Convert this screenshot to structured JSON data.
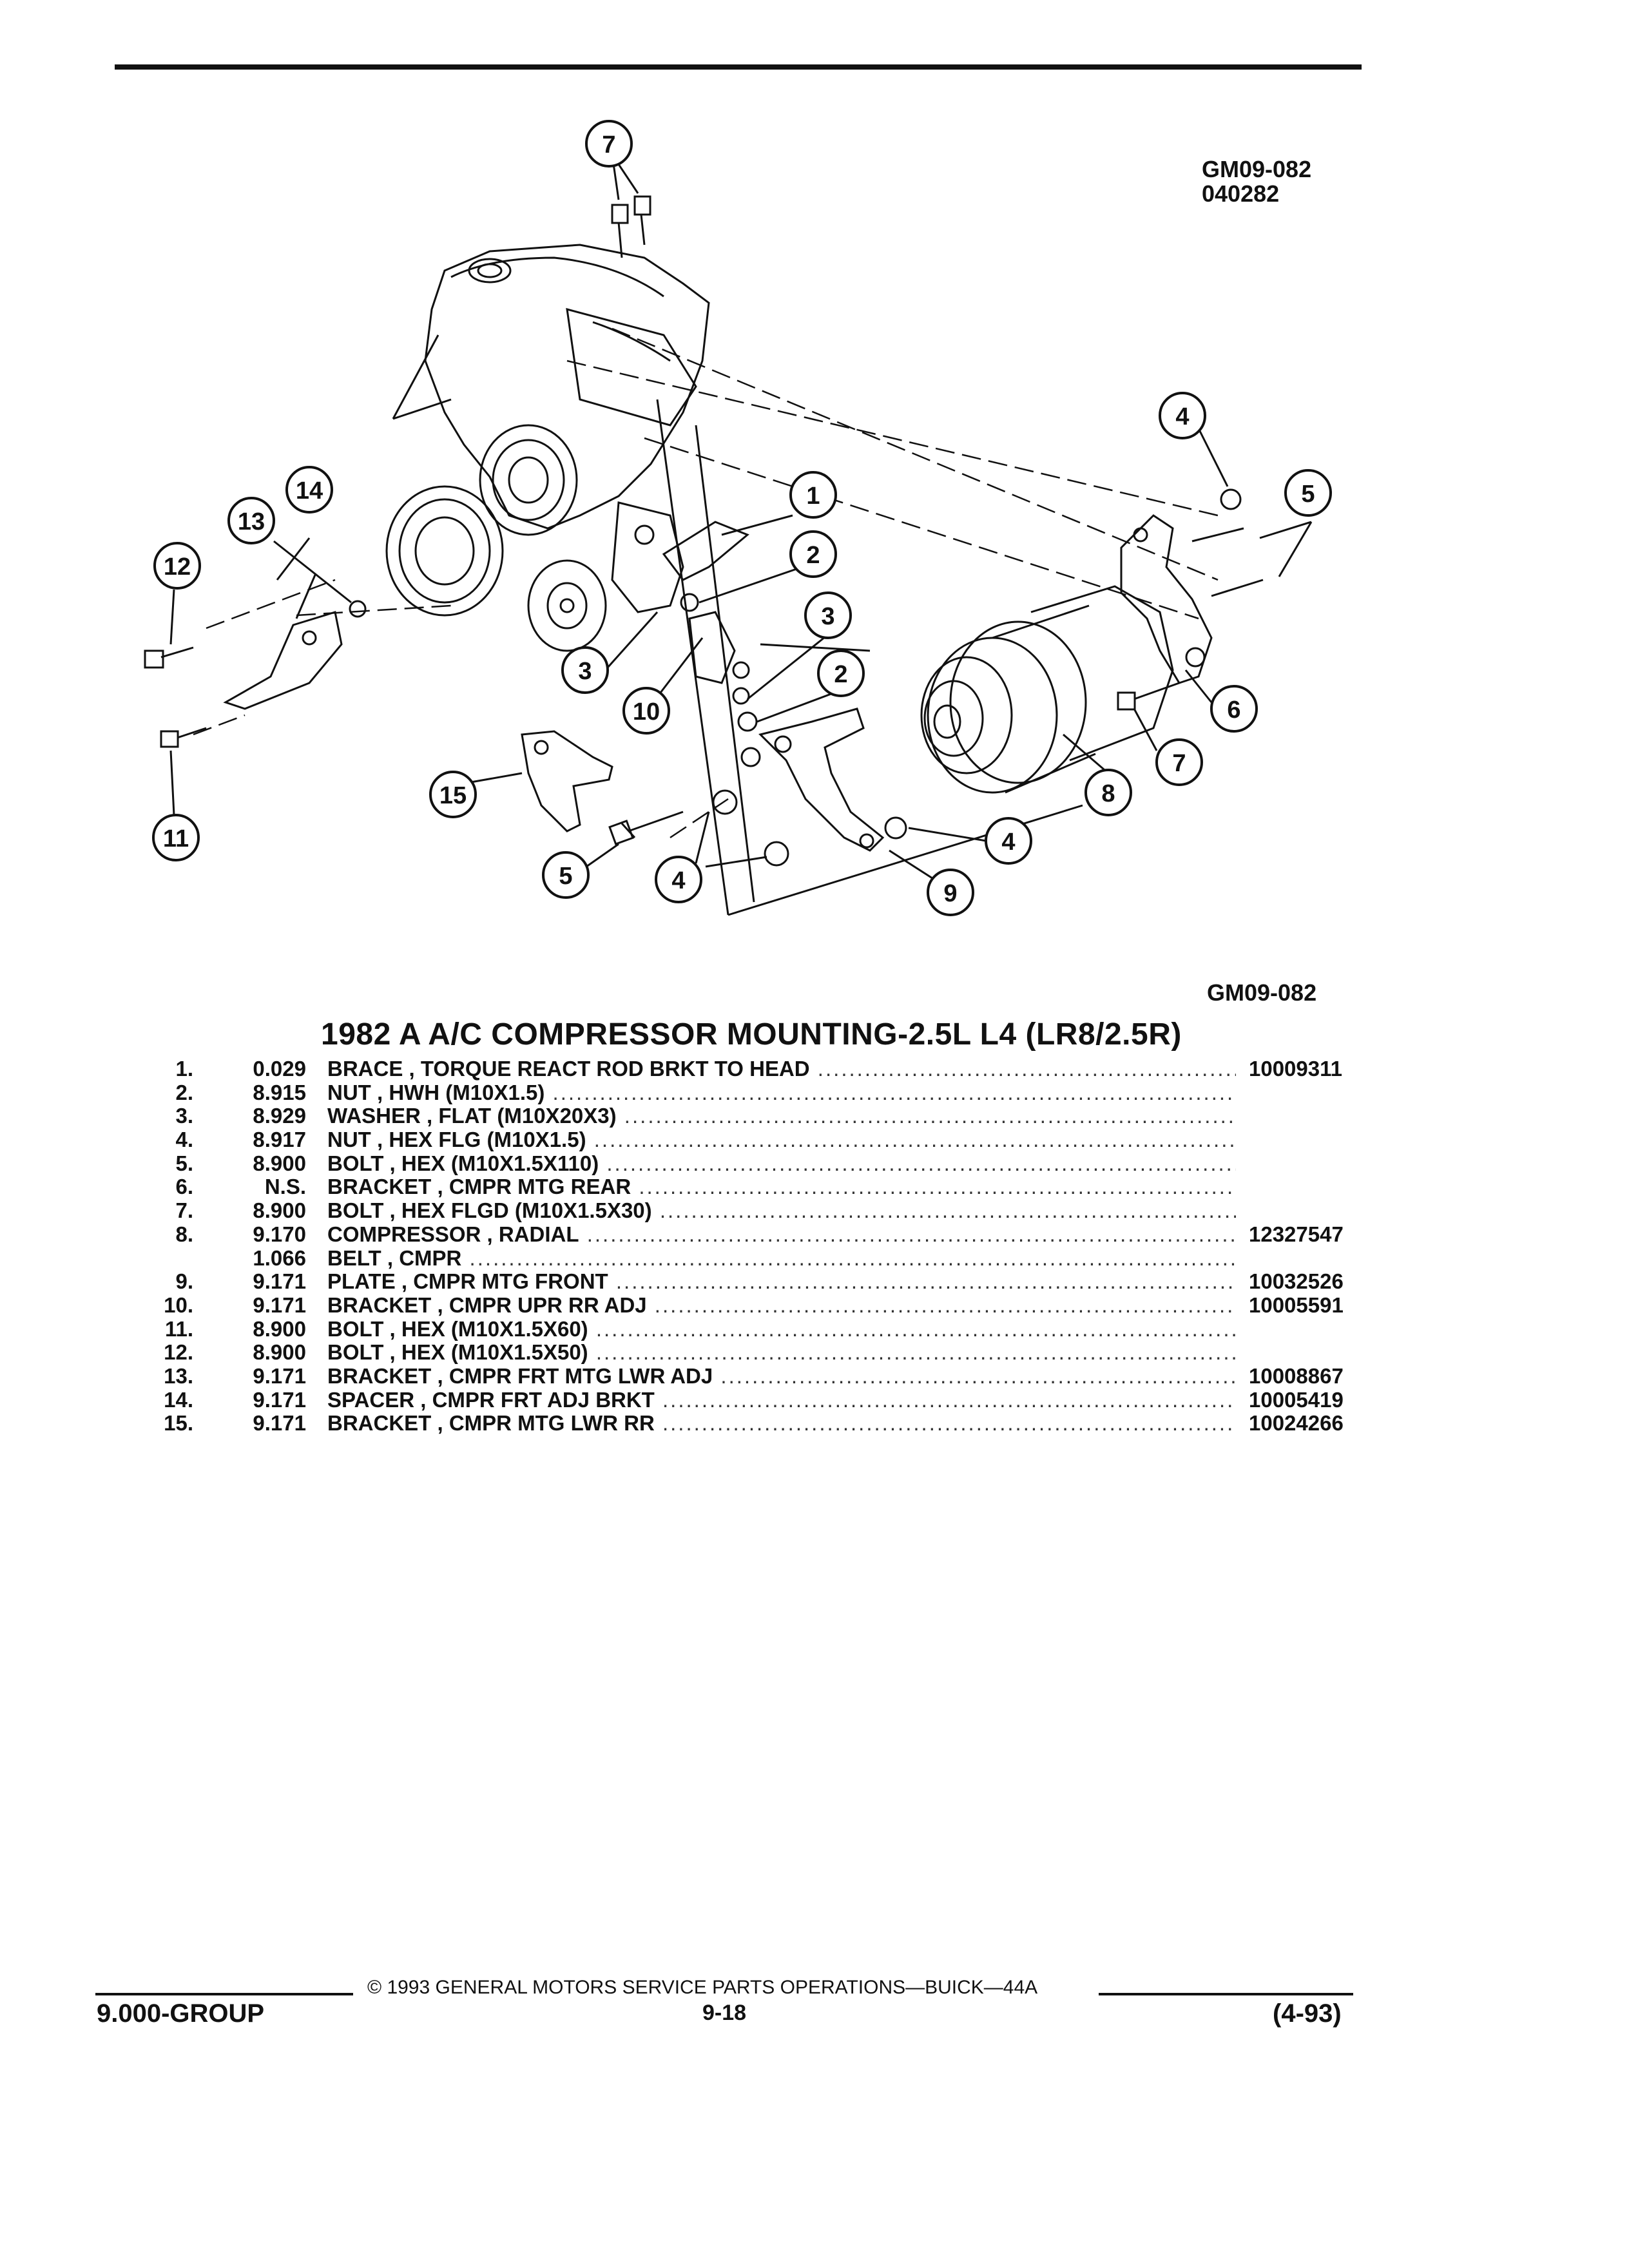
{
  "header": {
    "figure_code": "GM09-082",
    "figure_date": "040282"
  },
  "diagram": {
    "callouts": [
      "1",
      "2",
      "2",
      "3",
      "3",
      "4",
      "4",
      "4",
      "5",
      "5",
      "6",
      "7",
      "7",
      "8",
      "9",
      "10",
      "11",
      "12",
      "13",
      "14",
      "15"
    ]
  },
  "figure_code_bottom": "GM09-082",
  "title": "1982 A A/C COMPRESSOR MOUNTING-2.5L L4 (LR8/2.5R)",
  "parts": [
    {
      "index": "1.",
      "group": "0.029",
      "description": "BRACE , TORQUE REACT ROD BRKT TO HEAD",
      "part_number": "10009311"
    },
    {
      "index": "2.",
      "group": "8.915",
      "description": "NUT , HWH (M10X1.5)",
      "part_number": ""
    },
    {
      "index": "3.",
      "group": "8.929",
      "description": "WASHER , FLAT (M10X20X3)",
      "part_number": ""
    },
    {
      "index": "4.",
      "group": "8.917",
      "description": "NUT , HEX FLG (M10X1.5)",
      "part_number": ""
    },
    {
      "index": "5.",
      "group": "8.900",
      "description": "BOLT , HEX (M10X1.5X110)",
      "part_number": ""
    },
    {
      "index": "6.",
      "group": "N.S.",
      "description": "BRACKET , CMPR MTG REAR",
      "part_number": ""
    },
    {
      "index": "7.",
      "group": "8.900",
      "description": "BOLT , HEX FLGD (M10X1.5X30)",
      "part_number": ""
    },
    {
      "index": "8.",
      "group": "9.170",
      "description": "COMPRESSOR , RADIAL",
      "part_number": "12327547"
    },
    {
      "index": "",
      "group": "1.066",
      "description": "BELT , CMPR",
      "part_number": ""
    },
    {
      "index": "9.",
      "group": "9.171",
      "description": "PLATE , CMPR MTG FRONT",
      "part_number": "10032526"
    },
    {
      "index": "10.",
      "group": "9.171",
      "description": "BRACKET , CMPR UPR RR ADJ",
      "part_number": "10005591"
    },
    {
      "index": "11.",
      "group": "8.900",
      "description": "BOLT , HEX (M10X1.5X60)",
      "part_number": ""
    },
    {
      "index": "12.",
      "group": "8.900",
      "description": "BOLT , HEX (M10X1.5X50)",
      "part_number": ""
    },
    {
      "index": "13.",
      "group": "9.171",
      "description": "BRACKET , CMPR FRT MTG LWR ADJ",
      "part_number": "10008867"
    },
    {
      "index": "14.",
      "group": "9.171",
      "description": "SPACER , CMPR FRT ADJ BRKT",
      "part_number": "10005419"
    },
    {
      "index": "15.",
      "group": "9.171",
      "description": "BRACKET , CMPR MTG LWR RR",
      "part_number": "10024266"
    }
  ],
  "footer": {
    "copyright": "© 1993 GENERAL MOTORS SERVICE PARTS OPERATIONS—BUICK—44A",
    "group": "9.000-GROUP",
    "page": "9-18",
    "revision": "(4-93)"
  }
}
